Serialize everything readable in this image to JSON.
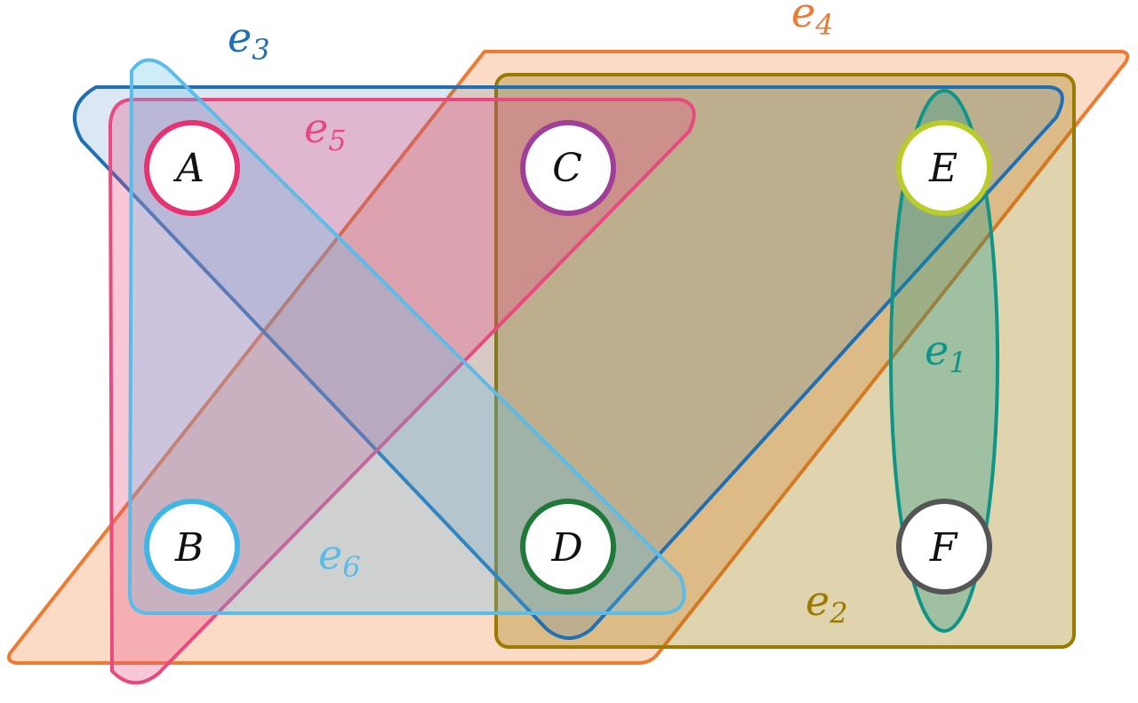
{
  "colors": {
    "e1": "#0f9488",
    "e2": "#9a7a00",
    "e3": "#1f6fb5",
    "e4": "#ef7a32",
    "e5": "#e84a80",
    "e6": "#5bbce8",
    "node_A": "#e8326f",
    "node_B": "#3fb6e8",
    "node_C": "#a03f9a",
    "node_D": "#1f7a3a",
    "node_E": "#b9cc2a",
    "node_F": "#555555"
  },
  "edges": {
    "e1": {
      "base": "e",
      "sub": "1"
    },
    "e2": {
      "base": "e",
      "sub": "2"
    },
    "e3": {
      "base": "e",
      "sub": "3"
    },
    "e4": {
      "base": "e",
      "sub": "4"
    },
    "e5": {
      "base": "e",
      "sub": "5"
    },
    "e6": {
      "base": "e",
      "sub": "6"
    }
  },
  "nodes": {
    "A": "A",
    "B": "B",
    "C": "C",
    "D": "D",
    "E": "E",
    "F": "F"
  }
}
